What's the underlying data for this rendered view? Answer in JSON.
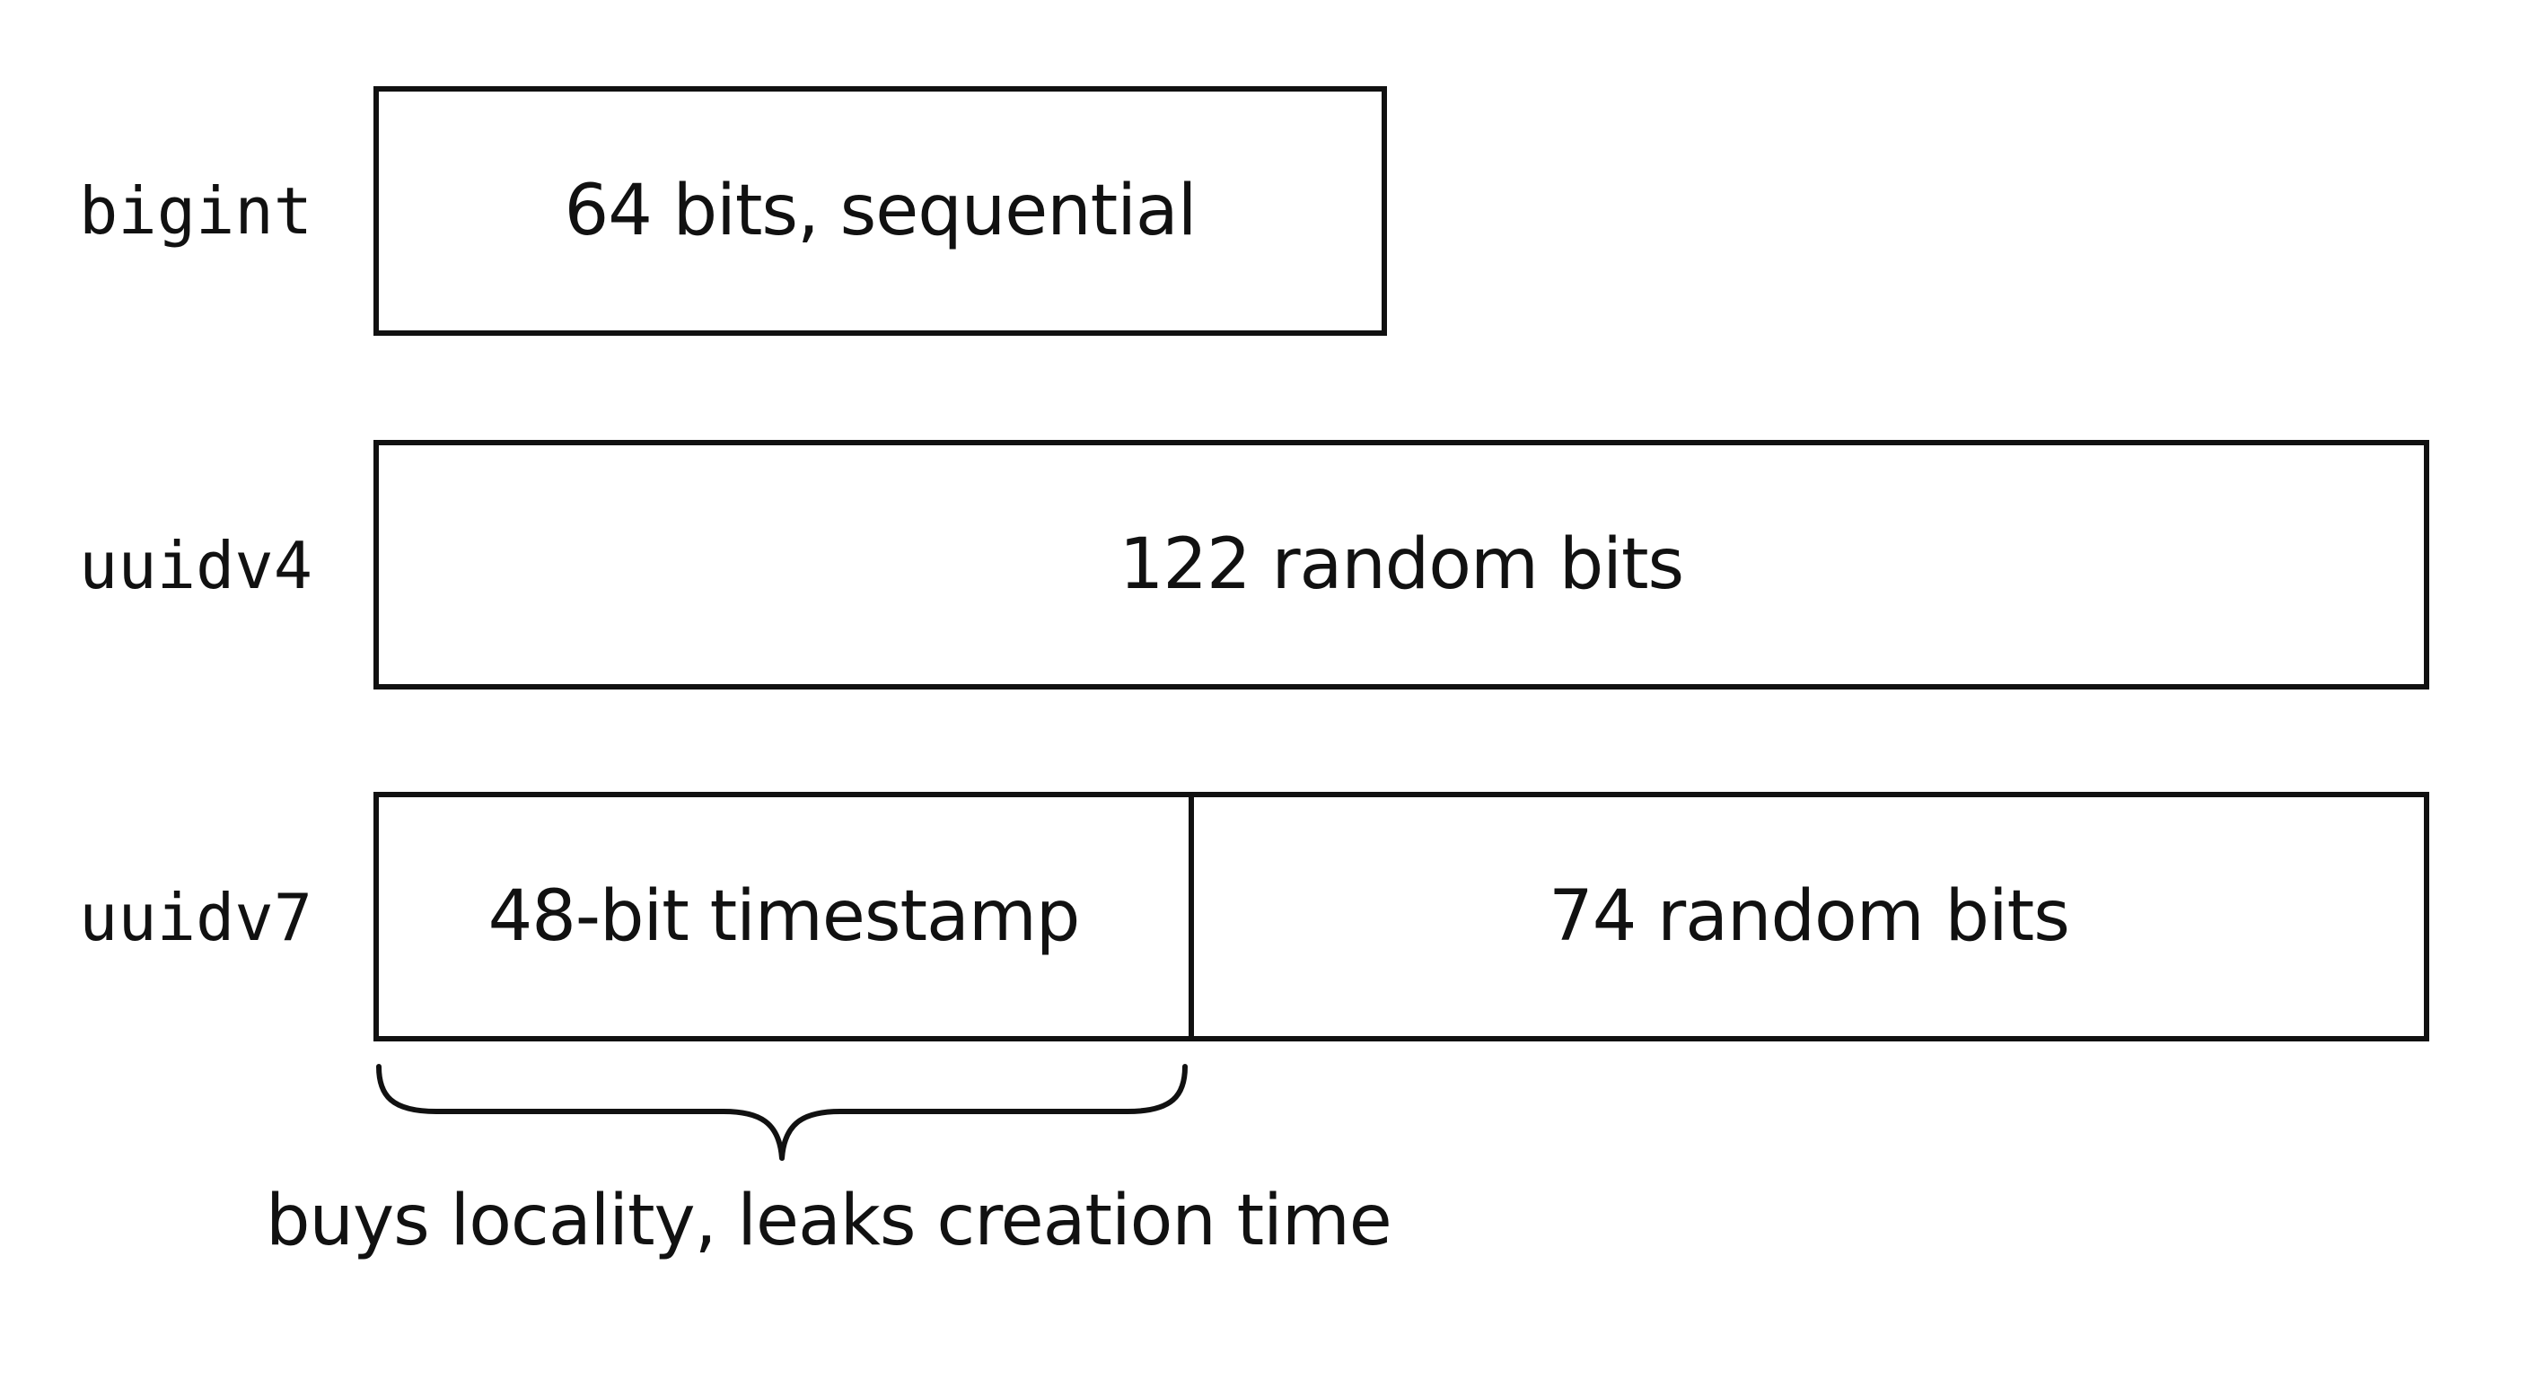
{
  "rows": {
    "bigint": {
      "label": "bigint",
      "segments": [
        "64 bits, sequential"
      ]
    },
    "uuidv4": {
      "label": "uuidv4",
      "segments": [
        "122 random bits"
      ]
    },
    "uuidv7": {
      "label": "uuidv7",
      "segments": [
        "48-bit timestamp",
        "74 random bits"
      ]
    }
  },
  "annotation": {
    "caption": "buys locality, leaks creation time"
  },
  "colors": {
    "stroke": "#111111",
    "background": "#ffffff"
  }
}
